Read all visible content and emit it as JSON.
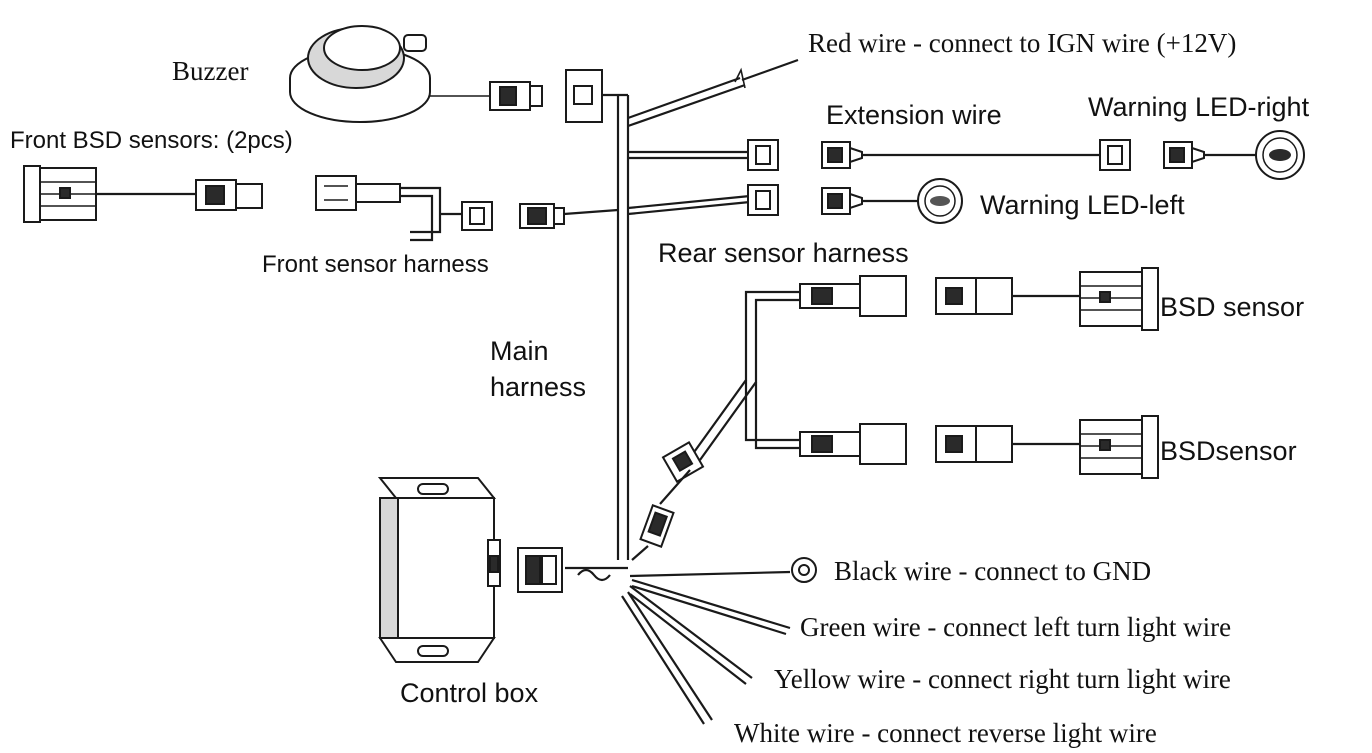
{
  "labels": {
    "buzzer": "Buzzer",
    "front_bsd_sensors": "Front BSD sensors: (2pcs)",
    "front_sensor_harness": "Front sensor harness",
    "red_wire": "Red wire - connect to IGN  wire (+12V)",
    "extension_wire": "Extension wire",
    "warning_led_right": "Warning LED-right",
    "warning_led_left": "Warning LED-left",
    "rear_sensor_harness": "Rear sensor harness",
    "bsd_sensor_top": "BSD sensor",
    "bsd_sensor_bottom": "BSDsensor",
    "main_harness_line1": "Main",
    "main_harness_line2": "harness",
    "control_box": "Control box",
    "black_wire": "Black wire - connect to GND",
    "green_wire": "Green wire - connect left turn light wire",
    "yellow_wire": "Yellow wire - connect right turn light wire",
    "white_wire": "White wire - connect reverse light wire"
  },
  "icons": {
    "buzzer": "buzzer-icon",
    "control_box": "control-box-icon",
    "sensor": "bsd-sensor-icon",
    "led": "warning-led-icon",
    "connector": "connector-icon",
    "ring_terminal": "ring-terminal-icon"
  },
  "colors": {
    "line": "#1a1a1a",
    "background": "#ffffff",
    "text": "#111111"
  }
}
